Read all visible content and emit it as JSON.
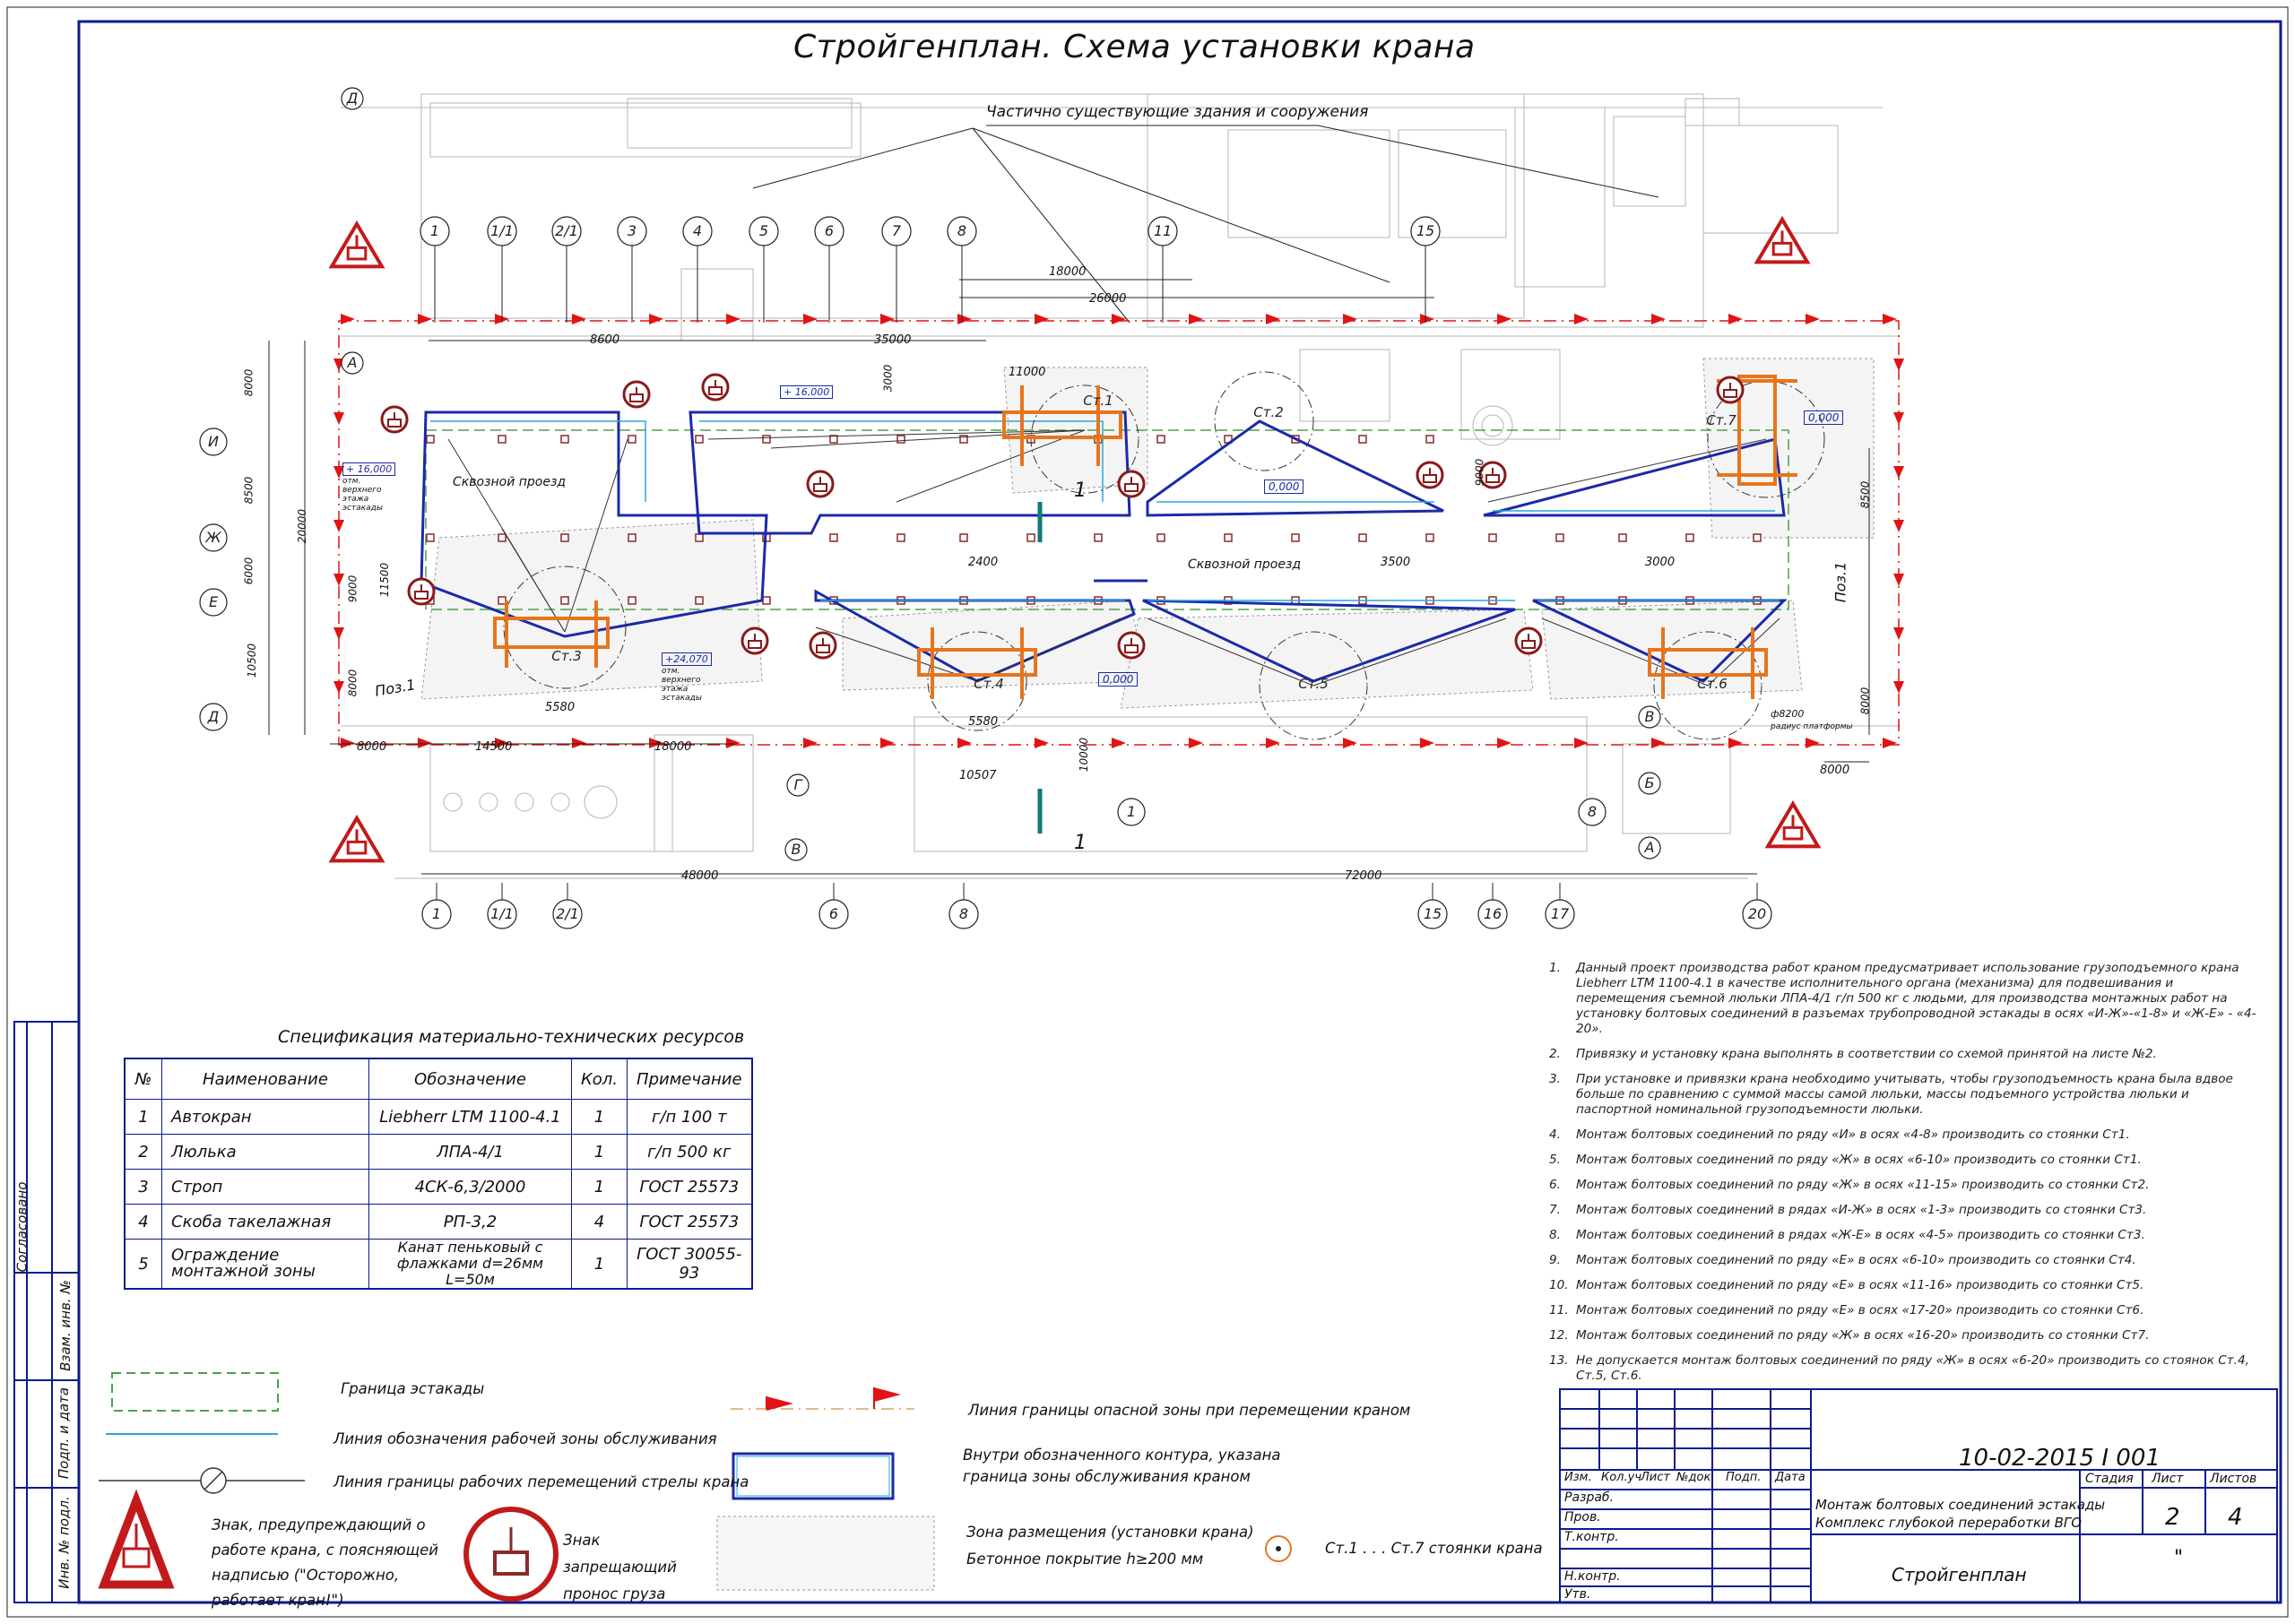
{
  "drawing": {
    "title": "Стройгенплан. Схема установки крана",
    "existing_label": "Частично существующие здания и сооружения",
    "through_passage": "Сквозной проезд",
    "axes_top": [
      "1",
      "1/1",
      "2/1",
      "3",
      "4",
      "5",
      "6",
      "7",
      "8",
      "11",
      "15"
    ],
    "axes_bottom": [
      "1",
      "1/1",
      "2/1",
      "6",
      "8",
      "15",
      "16",
      "17",
      "20"
    ],
    "axes_left": [
      "И",
      "Ж",
      "Е",
      "Д"
    ],
    "axes_left_top": [
      "Д",
      "А"
    ],
    "axes_right": [
      "В",
      "Б",
      "А"
    ],
    "axes_mid": [
      "Г",
      "В",
      "1",
      "8"
    ],
    "cranes": [
      "Ст.1",
      "Ст.2",
      "Ст.3",
      "Ст.4",
      "Ст.5",
      "Ст.6",
      "Ст.7"
    ],
    "pos_labels": [
      "Поз.1",
      "Поз.1"
    ],
    "section_marks": [
      "1",
      "1"
    ],
    "dims": {
      "d8600": "8600",
      "d35000": "35000",
      "d18000": "18000",
      "d26000": "26000",
      "d11000": "11000",
      "d3000a": "3000",
      "d6000": "6000",
      "d8000": "8000",
      "d8500": "8500",
      "d20000": "20000",
      "d9000": "9000",
      "d11500": "11500",
      "d10500": "10500",
      "d5580": "5580",
      "d14500": "14500",
      "d2400": "2400",
      "d3500": "3500",
      "d3000": "3000",
      "d10507": "10507",
      "d48000": "48000",
      "d72000": "72000",
      "d10000": "10000",
      "d8200": "ф8200",
      "d9000b": "9000"
    },
    "elevations": {
      "e1": "+ 16,000",
      "e2": "+ 16,000",
      "e3": "+24,070",
      "e4": "0,000",
      "e5": "0,000",
      "e6": "0,000",
      "e1_note": "отм. верхнего этажа эстакады",
      "e3_note": "отм. верхнего этажа эстакады",
      "r_note": "радиус платформы"
    }
  },
  "spec": {
    "title": "Спецификация материально-технических ресурсов",
    "headers": [
      "№",
      "Наименование",
      "Обозначение",
      "Кол.",
      "Примечание"
    ],
    "rows": [
      [
        "1",
        "Автокран",
        "Liebherr LTM 1100-4.1",
        "1",
        "г/п 100 т"
      ],
      [
        "2",
        "Люлька",
        "ЛПА-4/1",
        "1",
        "г/п 500 кг"
      ],
      [
        "3",
        "Строп",
        "4СК-6,3/2000",
        "1",
        "ГОСТ 25573"
      ],
      [
        "4",
        "Скоба такелажная",
        "РП-3,2",
        "4",
        "ГОСТ 25573"
      ],
      [
        "5",
        "Ограждение монтажной зоны",
        "Канат пеньковый с флажками d=26мм L=50м",
        "1",
        "ГОСТ 30055-93"
      ]
    ]
  },
  "notes": [
    [
      "1.",
      "Данный проект производства работ краном предусматривает использование грузоподъемного крана Liebherr LTM 1100-4.1 в качестве исполнительного органа (механизма) для подвешивания и перемещения съемной люльки ЛПА-4/1 г/п 500 кг с людьми, для производства монтажных работ на установку болтовых соединений в разъемах трубопроводной эстакады в осях «И-Ж»-«1-8» и «Ж-Е» - «4-20»."
    ],
    [
      "2.",
      "Привязку и установку крана выполнять в соответствии со схемой принятой на листе №2."
    ],
    [
      "3.",
      "При установке и привязки крана необходимо учитывать, чтобы грузоподъемность крана была вдвое больше по сравнению с суммой массы самой люльки, массы подъемного устройства люльки и паспортной номинальной грузоподъемности люльки."
    ],
    [
      "4.",
      "Монтаж болтовых соединений по ряду «И» в осях «4-8» производить со стоянки Ст1."
    ],
    [
      "5.",
      "Монтаж болтовых соединений по ряду «Ж» в осях «6-10» производить со стоянки Ст1."
    ],
    [
      "6.",
      "Монтаж болтовых соединений по ряду «Ж» в осях «11-15» производить со стоянки Ст2."
    ],
    [
      "7.",
      "Монтаж болтовых соединений в рядах «И-Ж» в осях «1-3» производить со стоянки Ст3."
    ],
    [
      "8.",
      "Монтаж болтовых соединений в рядах «Ж-Е» в осях «4-5» производить со стоянки Ст3."
    ],
    [
      "9.",
      "Монтаж болтовых соединений по ряду «Е» в осях «6-10» производить со стоянки Ст4."
    ],
    [
      "10.",
      "Монтаж болтовых соединений по ряду «Е» в осях «11-16» производить со стоянки Ст5."
    ],
    [
      "11.",
      "Монтаж болтовых соединений по ряду «Е» в осях «17-20» производить со стоянки Ст6."
    ],
    [
      "12.",
      "Монтаж болтовых соединений по ряду «Ж» в осях «16-20» производить со стоянки Ст7."
    ],
    [
      "13.",
      "Не допускается монтаж болтовых соединений по ряду «Ж» в осях «6-20» производить со стоянок Ст.4, Ст.5, Ст.6."
    ]
  ],
  "legend": {
    "overpass_border": "Граница эстакады",
    "work_zone_line": "Линия обозначения рабочей зоны обслуживания",
    "boom_line": "Линия границы рабочих перемещений стрелы крана",
    "danger_line": "Линия границы опасной зоны при перемещении краном",
    "service_zone": "Внутри обозначенного контура, указана граница зоны обслуживания краном",
    "warning_sign": "Знак, предупреждающий о работе крана, с поясняющей надписью (\"Осторожно, работает кран!\")",
    "prohibit_sign": "Знак запрещающий пронос груза",
    "placement_zone_1": "Зона размещения (установки крана)",
    "placement_zone_2": "Бетонное покрытие h≥200 мм",
    "stops": "Ст.1 . . . Ст.7 стоянки крана"
  },
  "stamp": {
    "code": "10-02-2015 I 001",
    "cols": [
      "Изм.",
      "Кол.уч",
      "Лист",
      "№док.",
      "Подп.",
      "Дата"
    ],
    "roles": [
      "Разраб.",
      "Пров.",
      "Т.контр.",
      "",
      "Н.контр.",
      "Утв."
    ],
    "project_1": "Монтаж болтовых соединений эстакады",
    "project_2": "Комплекс глубокой переработки ВГО",
    "stage_h": "Стадия",
    "sheet_h": "Лист",
    "sheets_h": "Листов",
    "sheet": "2",
    "sheets": "4",
    "sheet_name": "Стройгенплан",
    "stage": "\""
  },
  "side": {
    "agreed": "Согласовано",
    "ref": "Взам. инв. №",
    "signdate": "Подп. и дата",
    "inv": "Инв. № подл."
  },
  "colors": {
    "frame": "#0a1b8f",
    "zone": "#1a2aa8",
    "workline": "#2aa7d8",
    "danger": "#e01414",
    "crane": "#e8741c",
    "border_green": "#4aa24a",
    "sign_red": "#c21a1a"
  }
}
